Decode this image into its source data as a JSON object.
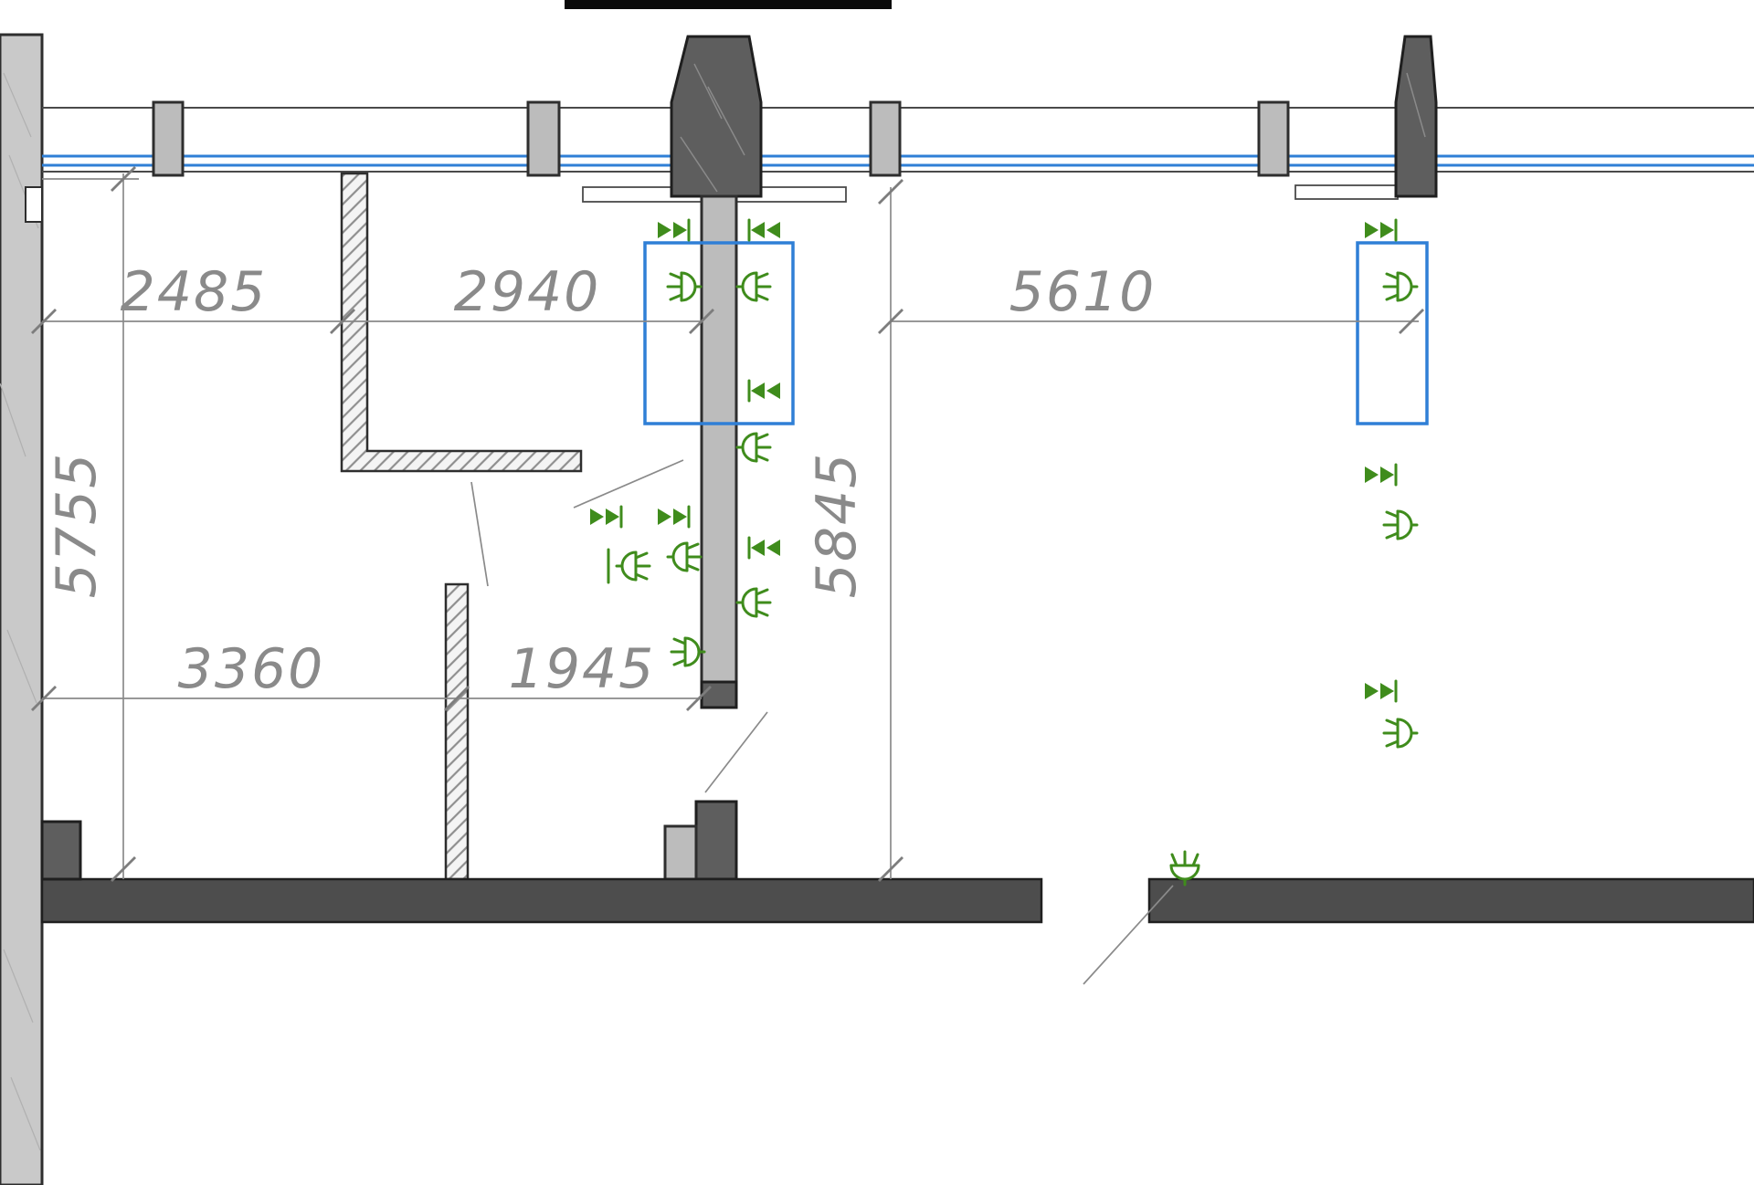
{
  "drawing": {
    "type": "apartment-floor-plan-fragment"
  },
  "dimensions": {
    "bay_left": "2485",
    "bay_mid": "2940",
    "bay_right": "5610",
    "depth_left": "5755",
    "depth_mid": "5845",
    "room_left_width": "3360",
    "room_mid_width": "1945"
  },
  "colors": {
    "background": "#ffffff",
    "outline": "#2e2e2e",
    "wall_light": "#bcbcbc",
    "wall_concrete": "#c9c9c9",
    "wall_dark": "#5e5e5e",
    "floor_slab": "#4d4d4d",
    "window_blue": "#2f7fd6",
    "symbol_green": "#3f8c1c",
    "dimension_gray": "#8a8a8a"
  },
  "symbols": {
    "outlet": "power-socket-symbol",
    "arrows": "feed-direction-arrows-symbol",
    "glazing": "window-glazing-double-line",
    "equipment_box": "blue-equipment-outline",
    "hatch": "partition-wall-diagonal-hatch"
  }
}
